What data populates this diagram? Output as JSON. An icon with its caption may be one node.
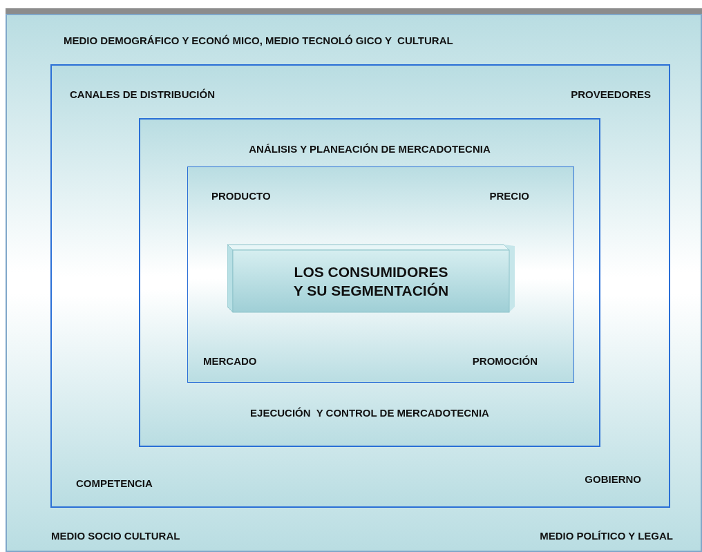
{
  "diagram": {
    "nodes": [
      {
        "text": [
          "MEDIO DEMOGRÁFICO Y ECONÓ MICO, MEDIO TECNOLÓ GICO Y  CULTURAL",
          "MEDIO SOCIO CULTURAL",
          "MEDIO POLÍTICO Y LEGAL"
        ]
      },
      {
        "text": [
          "CANALES DE DISTRIBUCIÓN",
          "PROVEEDORES",
          "COMPETENCIA",
          "GOBIERNO"
        ],
        "in": 0
      },
      {
        "text": [
          "ANÁLISIS Y PLANEACIÓN DE MERCADOTECNIA",
          "EJECUCIÓN  Y CONTROL DE MERCADOTECNIA"
        ],
        "in": 1
      },
      {
        "text": [
          "PRODUCTO",
          "PRECIO",
          "MERCADO",
          "PROMOCIÓN"
        ],
        "in": 2
      },
      {
        "text": [
          "LOS CONSUMIDORES Y SU SEGMENTACIÓN"
        ],
        "in": 3
      }
    ]
  }
}
